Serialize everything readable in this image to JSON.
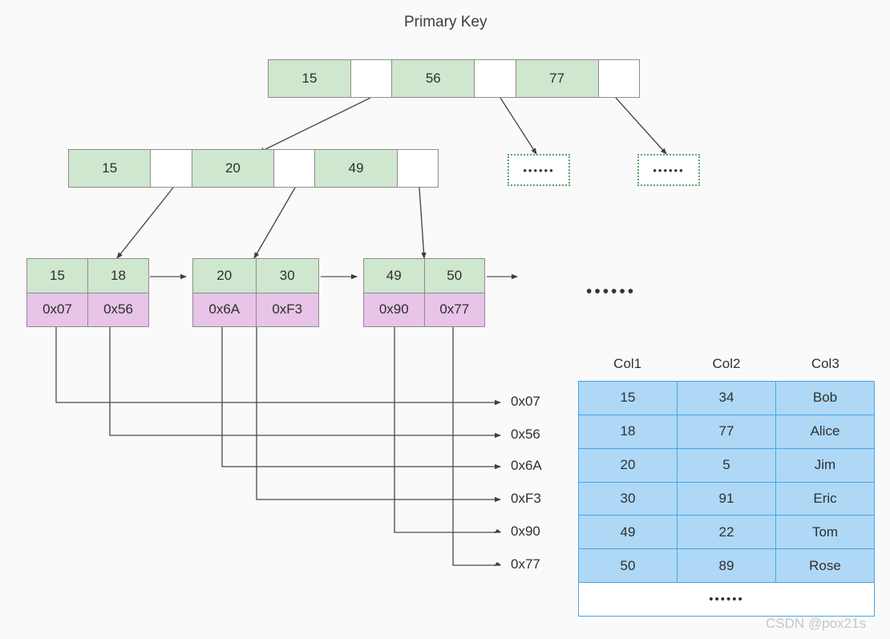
{
  "title": "Primary Key",
  "watermark": "CSDN @pox21s",
  "free_ellipsis": "••••••",
  "colors": {
    "key_cell": "#cfe6cf",
    "pointer_cell": "#ffffff",
    "address_cell": "#e7c4e8",
    "table_fill": "#aed8f5",
    "table_border": "#4aa3e8",
    "dashed_border": "#5aa469",
    "node_border": "#8c8c8c",
    "background": "#fafafa"
  },
  "tree": {
    "root": {
      "label": "root-node",
      "cells": [
        {
          "type": "key",
          "text": "15"
        },
        {
          "type": "pointer",
          "text": ""
        },
        {
          "type": "key",
          "text": "56"
        },
        {
          "type": "pointer",
          "text": ""
        },
        {
          "type": "key",
          "text": "77"
        },
        {
          "type": "pointer",
          "text": ""
        }
      ]
    },
    "internal": {
      "label": "internal-node",
      "cells": [
        {
          "type": "key",
          "text": "15"
        },
        {
          "type": "pointer",
          "text": ""
        },
        {
          "type": "key",
          "text": "20"
        },
        {
          "type": "pointer",
          "text": ""
        },
        {
          "type": "key",
          "text": "49"
        },
        {
          "type": "pointer",
          "text": ""
        }
      ]
    },
    "leaves": [
      {
        "keys": [
          "15",
          "18"
        ],
        "addresses": [
          "0x07",
          "0x56"
        ]
      },
      {
        "keys": [
          "20",
          "30"
        ],
        "addresses": [
          "0x6A",
          "0xF3"
        ]
      },
      {
        "keys": [
          "49",
          "50"
        ],
        "addresses": [
          "0x90",
          "0x77"
        ]
      }
    ],
    "placeholders": [
      {
        "text": "••••••"
      },
      {
        "text": "••••••"
      }
    ]
  },
  "address_labels": [
    "0x07",
    "0x56",
    "0x6A",
    "0xF3",
    "0x90",
    "0x77"
  ],
  "data_table": {
    "headers": [
      "Col1",
      "Col2",
      "Col3"
    ],
    "rows": [
      [
        "15",
        "34",
        "Bob"
      ],
      [
        "18",
        "77",
        "Alice"
      ],
      [
        "20",
        "5",
        "Jim"
      ],
      [
        "30",
        "91",
        "Eric"
      ],
      [
        "49",
        "22",
        "Tom"
      ],
      [
        "50",
        "89",
        "Rose"
      ]
    ],
    "more_row": "••••••"
  }
}
